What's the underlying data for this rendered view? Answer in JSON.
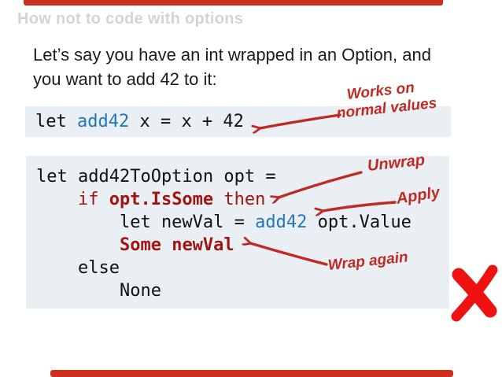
{
  "slide": {
    "title": "How not to code with options",
    "intro": {
      "line1": "Let’s say you have an int wrapped in an Option, and",
      "line2": "you want to add 42 to it:"
    },
    "code_block_1": {
      "lines": [
        {
          "tokens": [
            {
              "text": "let ",
              "style": "plain"
            },
            {
              "text": "add42",
              "style": "blue"
            },
            {
              "text": " x = x + 42",
              "style": "plain"
            }
          ]
        }
      ]
    },
    "code_block_2": {
      "lines": [
        {
          "tokens": [
            {
              "text": "let add42ToOption opt =",
              "style": "plain"
            }
          ]
        },
        {
          "tokens": [
            {
              "text": "    if ",
              "style": "red"
            },
            {
              "text": "opt.IsSome",
              "style": "red-bold"
            },
            {
              "text": " then",
              "style": "red"
            }
          ]
        },
        {
          "tokens": [
            {
              "text": "        let newVal = ",
              "style": "plain"
            },
            {
              "text": "add42",
              "style": "blue"
            },
            {
              "text": " opt.Value",
              "style": "plain"
            }
          ]
        },
        {
          "tokens": [
            {
              "text": "        ",
              "style": "plain"
            },
            {
              "text": "Some newVal",
              "style": "red-bold"
            }
          ]
        },
        {
          "tokens": [
            {
              "text": "    else",
              "style": "plain"
            }
          ]
        },
        {
          "tokens": [
            {
              "text": "        None",
              "style": "plain"
            }
          ]
        }
      ]
    },
    "annotations": {
      "works_on": "Works on",
      "normal_values": "normal values",
      "unwrap": "Unwrap",
      "apply": "Apply",
      "wrap_again": "Wrap again"
    },
    "colors": {
      "title_gray": "#d4d4d4",
      "body_text": "#1b1b1b",
      "code_background": "#e9eff3",
      "code_blue": "#2377b4",
      "code_keyword_red": "#a01412",
      "handwriting_red": "#bf2b24",
      "x_mark_red": "#ee1212",
      "bar_red": "#cd2f1f"
    }
  }
}
